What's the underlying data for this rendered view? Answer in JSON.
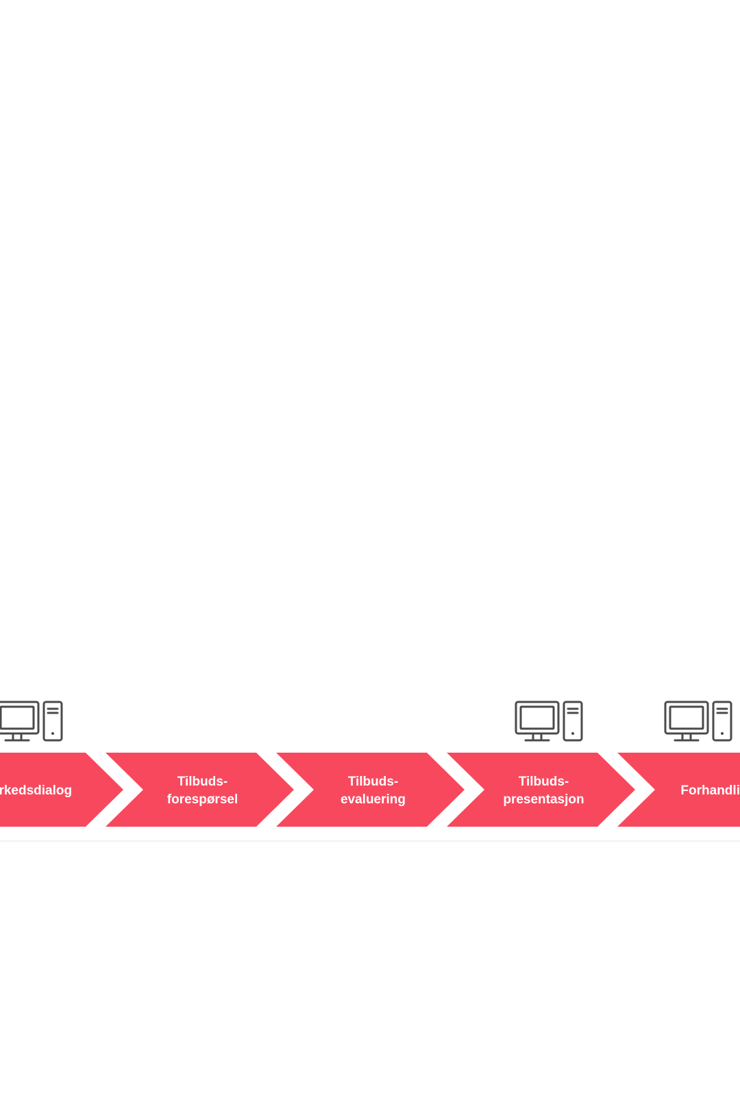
{
  "colors": {
    "chevron": "#F8485E",
    "label": "#FFFFFF",
    "icon": "#4A4A4A",
    "background": "#FFFFFF"
  },
  "steps": [
    {
      "lines": [
        "arkedsdialog"
      ],
      "icon": "desktop-computer-icon"
    },
    {
      "lines": [
        "Tilbuds-",
        "forespørsel"
      ],
      "icon": null
    },
    {
      "lines": [
        "Tilbuds-",
        "evaluering"
      ],
      "icon": null
    },
    {
      "lines": [
        "Tilbuds-",
        "presentasjon"
      ],
      "icon": "desktop-computer-icon"
    },
    {
      "lines": [
        "Forhandlin"
      ],
      "icon": "desktop-computer-icon"
    }
  ]
}
